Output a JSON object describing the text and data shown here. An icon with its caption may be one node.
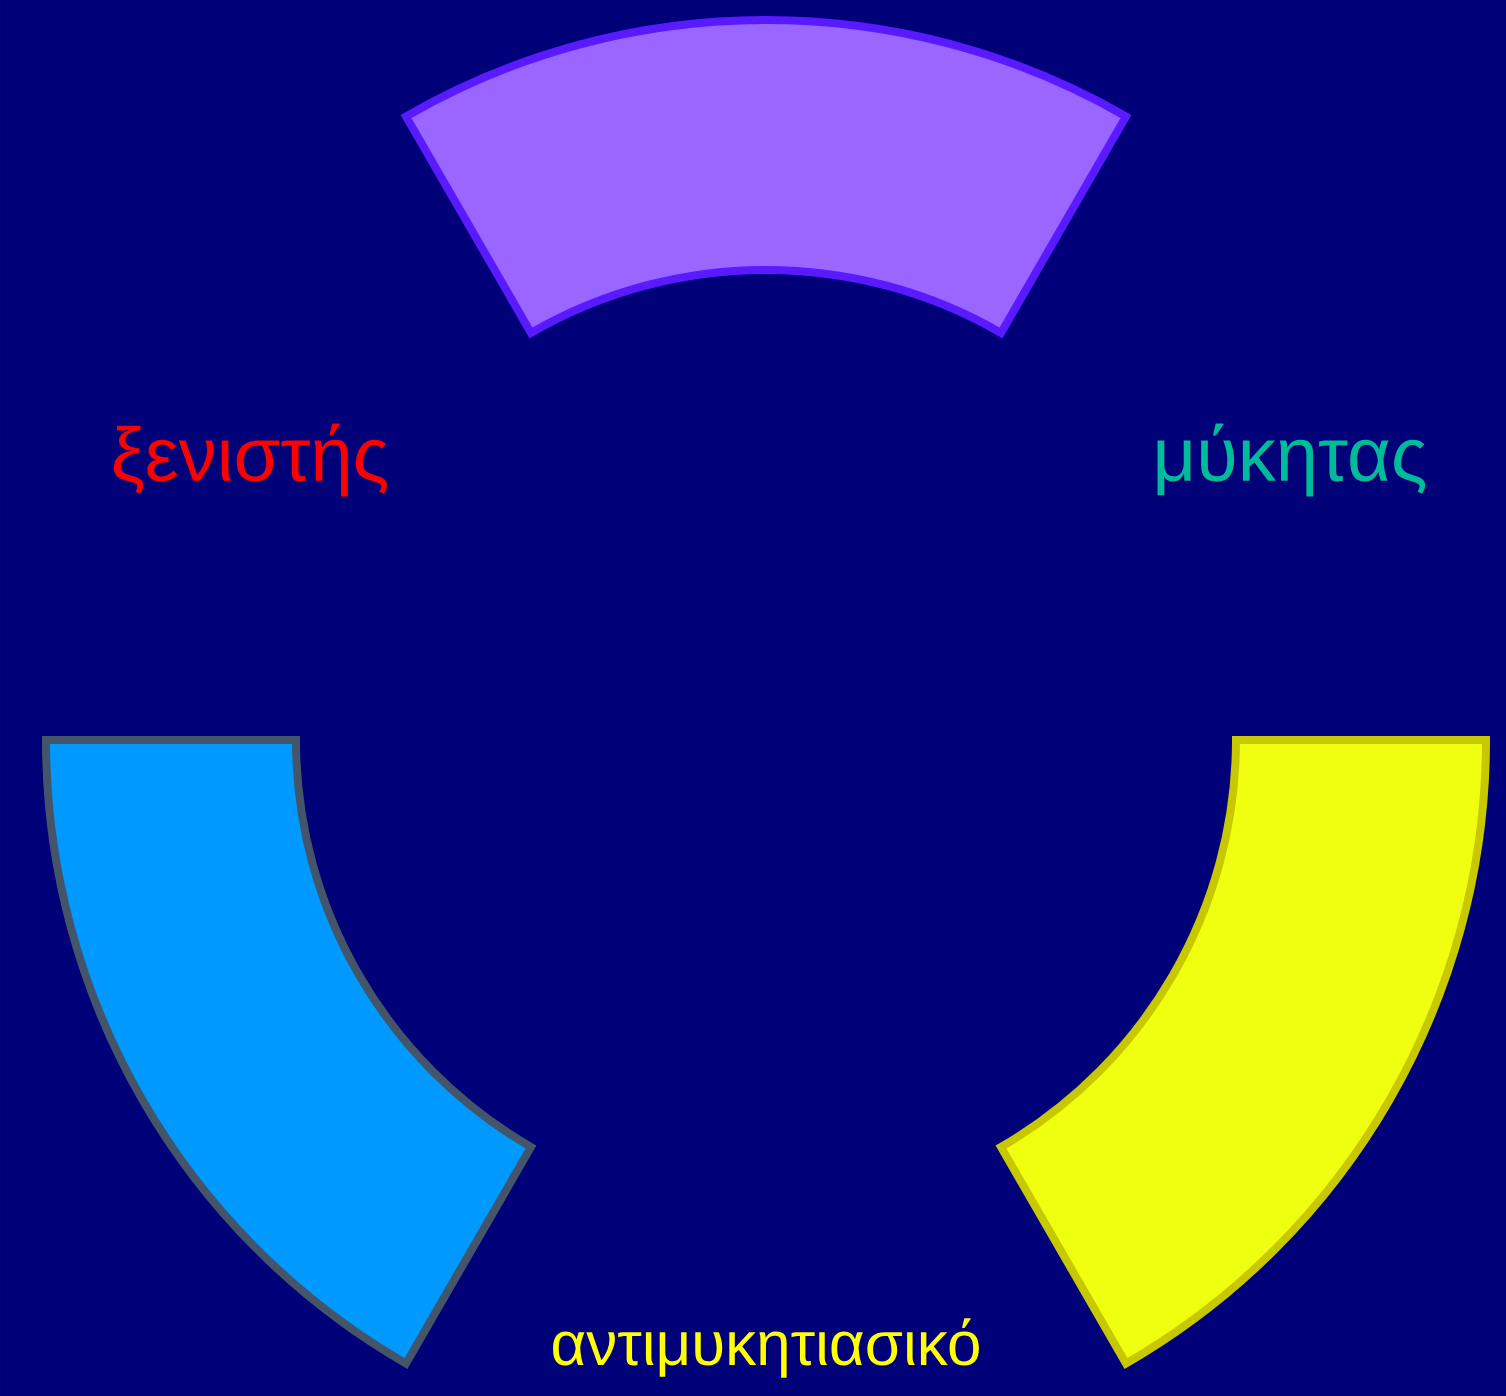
{
  "diagram": {
    "nodes": [
      {
        "text": [],
        "shape": "band"
      },
      {
        "text": [],
        "shape": "band"
      },
      {
        "text": [],
        "shape": "band"
      }
    ],
    "labels": [
      "ξενιστής",
      "μύκητας",
      "αντιμυκητιασικό"
    ]
  }
}
